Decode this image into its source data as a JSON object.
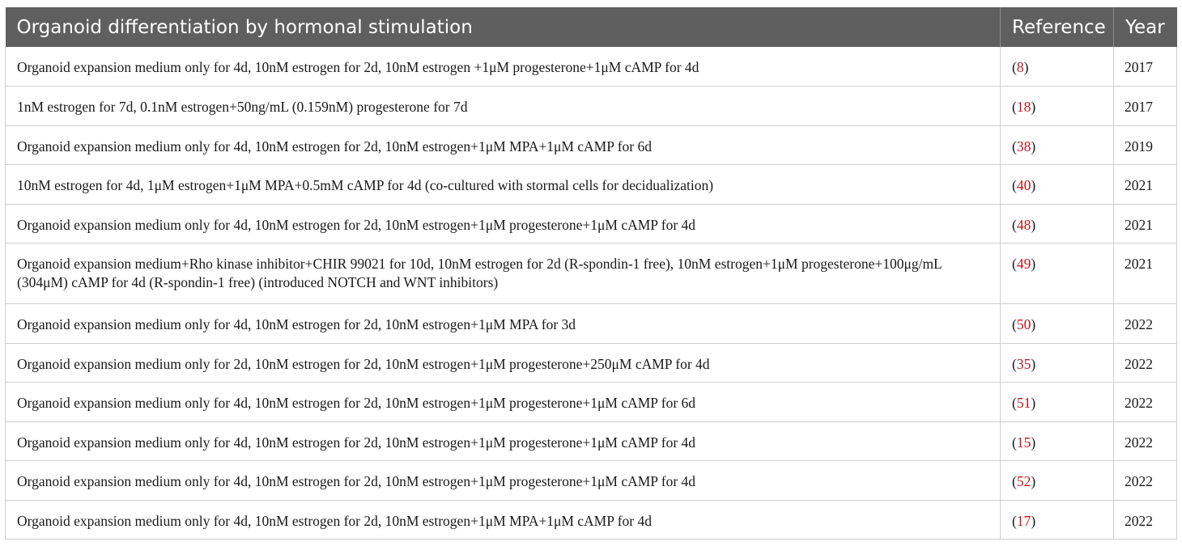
{
  "table": {
    "headers": {
      "condition": "Organoid differentiation by hormonal stimulation",
      "reference": "Reference",
      "year": "Year"
    },
    "accent_color": "#c0161d",
    "header_bg": "#5f5f5f",
    "rows": [
      {
        "condition": "Organoid expansion medium only for 4d, 10nM estrogen for 2d, 10nM estrogen +1μM progesterone+1μM cAMP for 4d",
        "ref": "8",
        "year": "2017"
      },
      {
        "condition": "1nM estrogen for 7d, 0.1nM estrogen+50ng/mL (0.159nM) progesterone for 7d",
        "ref": "18",
        "year": "2017"
      },
      {
        "condition": "Organoid expansion medium only for 4d, 10nM estrogen for 2d, 10nM estrogen+1μM MPA+1μM cAMP for 6d",
        "ref": "38",
        "year": "2019"
      },
      {
        "condition": "10nM estrogen for 4d, 1μM estrogen+1μM MPA+0.5mM cAMP for 4d (co-cultured with stormal cells for decidualization)",
        "ref": "40",
        "year": "2021"
      },
      {
        "condition": "Organoid expansion medium only for 4d, 10nM estrogen for 2d, 10nM estrogen+1μM progesterone+1μM cAMP for 4d",
        "ref": "48",
        "year": "2021"
      },
      {
        "condition": "Organoid expansion medium+Rho kinase inhibitor+CHIR 99021 for 10d, 10nM estrogen for 2d (R-spondin-1 free), 10nM estrogen+1μM progesterone+100μg/mL (304μM) cAMP for 4d (R-spondin-1 free) (introduced NOTCH and WNT inhibitors)",
        "ref": "49",
        "year": "2021",
        "tall": true
      },
      {
        "condition": "Organoid expansion medium only for 4d, 10nM estrogen for 2d, 10nM estrogen+1μM MPA for 3d",
        "ref": "50",
        "year": "2022"
      },
      {
        "condition": "Organoid expansion medium only for 2d, 10nM estrogen for 2d, 10nM estrogen+1μM progesterone+250μM cAMP for 4d",
        "ref": "35",
        "year": "2022"
      },
      {
        "condition": "Organoid expansion medium only for 4d, 10nM estrogen for 2d, 10nM estrogen+1μM progesterone+1μM cAMP for 6d",
        "ref": "51",
        "year": "2022"
      },
      {
        "condition": "Organoid expansion medium only for 4d, 10nM estrogen for 2d, 10nM estrogen+1μM progesterone+1μM cAMP for 4d",
        "ref": "15",
        "year": "2022"
      },
      {
        "condition": "Organoid expansion medium only for 4d, 10nM estrogen for 2d, 10nM estrogen+1μM progesterone+1μM cAMP for 4d",
        "ref": "52",
        "year": "2022"
      },
      {
        "condition": "Organoid expansion medium only for 4d, 10nM estrogen for 2d, 10nM estrogen+1μM MPA+1μM cAMP for 4d",
        "ref": "17",
        "year": "2022"
      }
    ]
  }
}
